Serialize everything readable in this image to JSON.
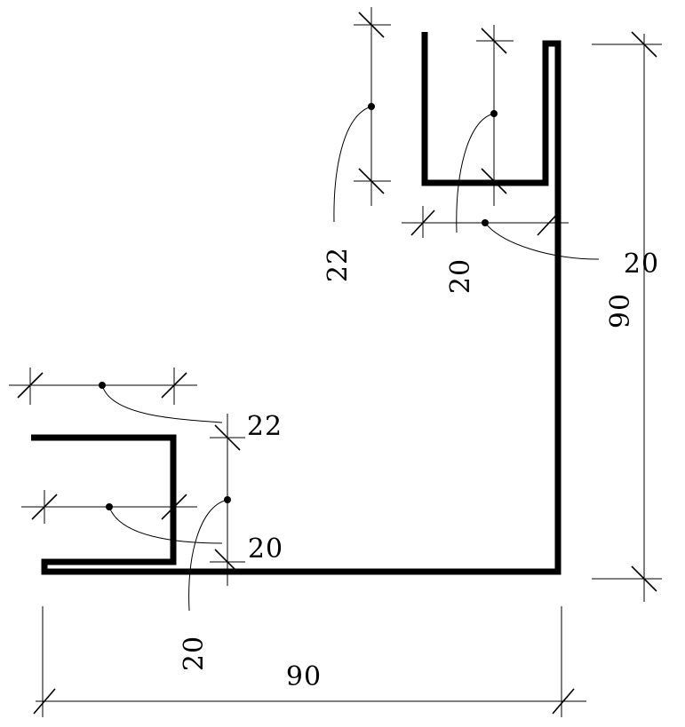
{
  "labels": {
    "overall_width": "90",
    "overall_height": "90",
    "top_channel_height": "22",
    "top_channel_inner_width": "20",
    "top_channel_gap": "20",
    "left_channel_width": "22",
    "left_channel_inner_height": "20",
    "left_channel_gap": "20"
  },
  "colors": {
    "line": "#000000",
    "background": "#ffffff"
  }
}
